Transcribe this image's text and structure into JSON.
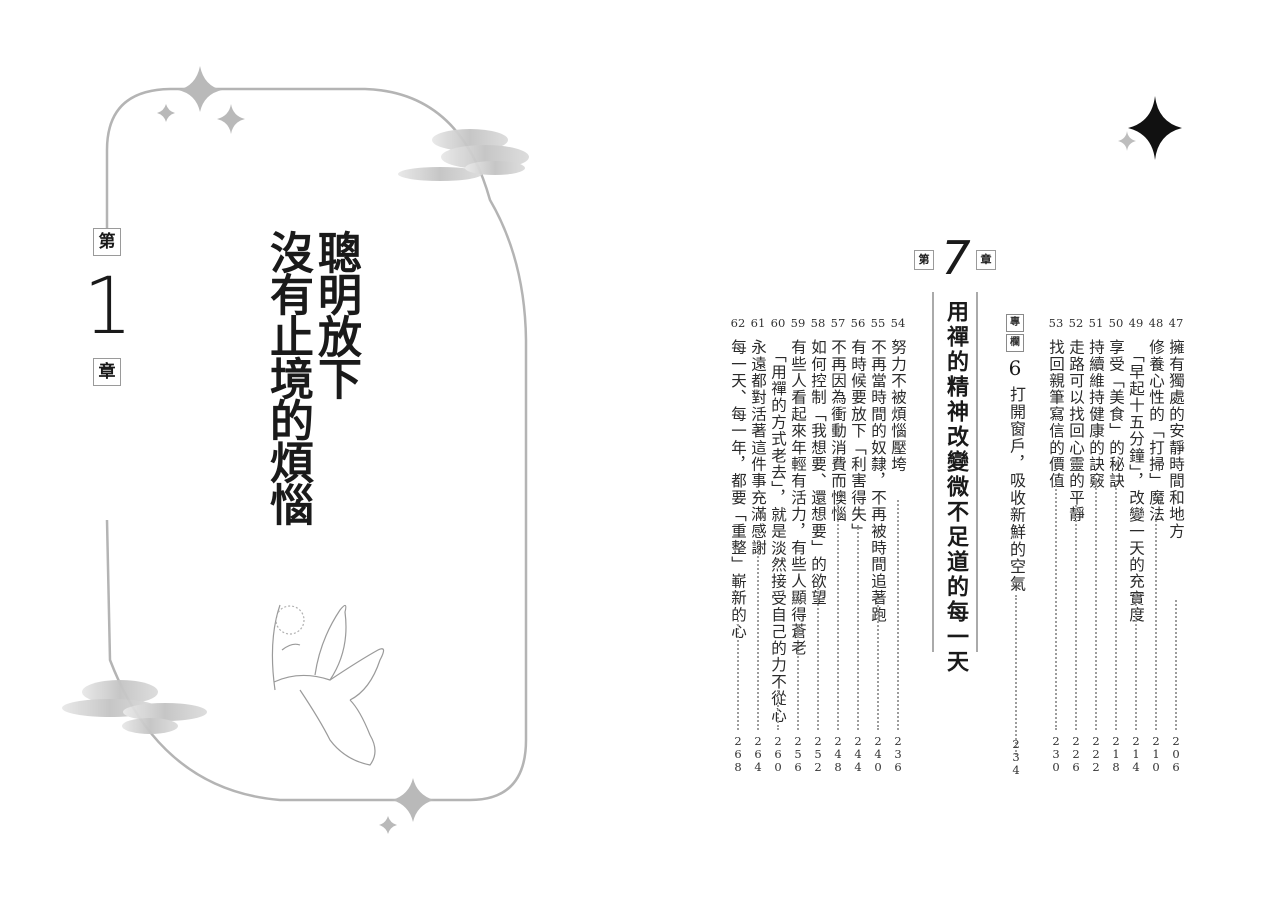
{
  "left_page": {
    "chapter_prefix": "第",
    "chapter_number": "1",
    "chapter_suffix": "章",
    "title_line1": "聰明放下",
    "title_line2": "沒有止境的煩惱",
    "illustration": "dove-with-flower",
    "decorations": [
      "sparkle-icon",
      "cloud-icon",
      "rounded-frame"
    ]
  },
  "right_page": {
    "sparkle": "four-point-star",
    "section_a": {
      "items": [
        {
          "num": "47",
          "title": "擁有獨處的安靜時間和地方",
          "page": "206"
        },
        {
          "num": "48",
          "title": "修養心性的「打掃」魔法",
          "page": "210"
        },
        {
          "num": "49",
          "title": "「早起十五分鐘」，改變一天的充實度",
          "page": "214"
        },
        {
          "num": "50",
          "title": "享受「美食」的秘訣",
          "page": "218"
        },
        {
          "num": "51",
          "title": "持續維持健康的訣竅",
          "page": "222"
        },
        {
          "num": "52",
          "title": "走路可以找回心靈的平靜",
          "page": "226"
        },
        {
          "num": "53",
          "title": "找回親筆寫信的價值",
          "page": "230"
        }
      ]
    },
    "column": {
      "label_top": "專",
      "label_bottom": "欄",
      "number": "6",
      "title": "打開窗戶，吸收新鮮的空氣",
      "page": "234"
    },
    "chapter7": {
      "prefix": "第",
      "number": "7",
      "suffix": "章",
      "title": "用禪的精神改變微不足道的每一天"
    },
    "section_b": {
      "items": [
        {
          "num": "54",
          "title": "努力不被煩惱壓垮",
          "page": "236"
        },
        {
          "num": "55",
          "title": "不再當時間的奴隸，不再被時間追著跑",
          "page": "240"
        },
        {
          "num": "56",
          "title": "有時候要放下「利害得失」",
          "page": "244"
        },
        {
          "num": "57",
          "title": "不再因為衝動消費而懊惱",
          "page": "248"
        },
        {
          "num": "58",
          "title": "如何控制「我想要、還想要」的欲望",
          "page": "252"
        },
        {
          "num": "59",
          "title": "有些人看起來年輕有活力，有些人顯得蒼老",
          "page": "256"
        },
        {
          "num": "60",
          "title": "「用禪的方式老去」，就是淡然接受自己的力不從心",
          "page": "260"
        },
        {
          "num": "61",
          "title": "永遠都對活著這件事充滿感謝",
          "page": "264"
        },
        {
          "num": "62",
          "title": "每一天、每一年，都要「重整」嶄新的心",
          "page": "268"
        }
      ]
    }
  }
}
